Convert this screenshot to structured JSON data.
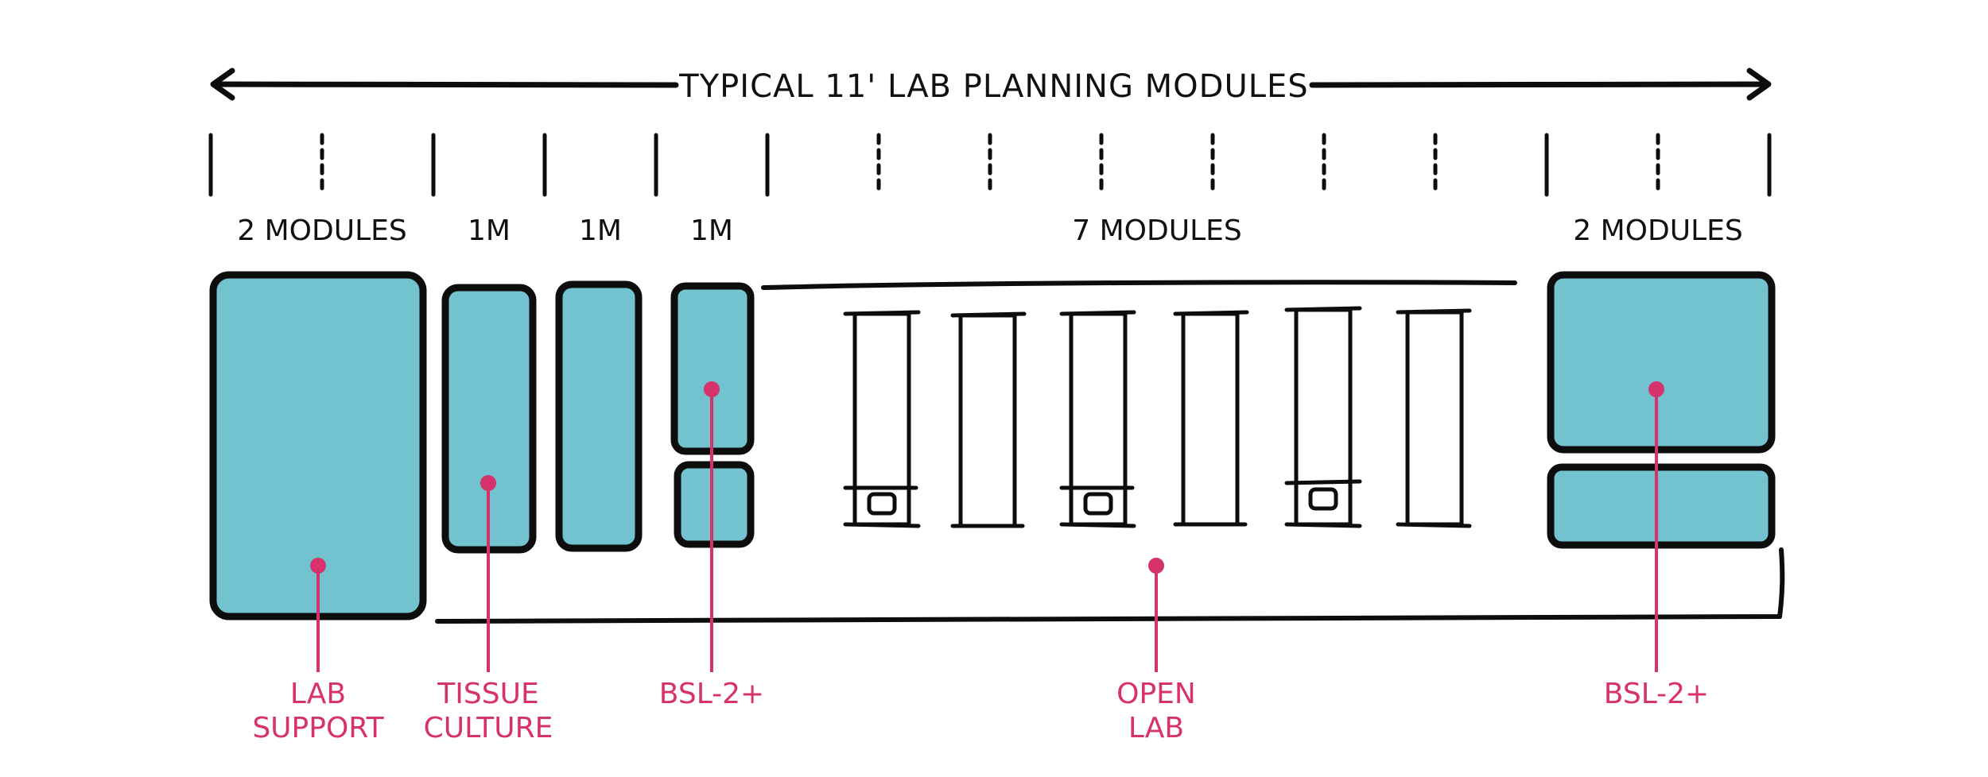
{
  "title": "TYPICAL 11' LAB PLANNING MODULES",
  "groups": [
    {
      "label": "2 MODULES"
    },
    {
      "label": "1M"
    },
    {
      "label": "1M"
    },
    {
      "label": "1M"
    },
    {
      "label": "7 MODULES"
    },
    {
      "label": "2 MODULES"
    }
  ],
  "callouts": [
    {
      "lines": [
        "LAB",
        "SUPPORT"
      ]
    },
    {
      "lines": [
        "TISSUE",
        "CULTURE"
      ]
    },
    {
      "lines": [
        "BSL-2+"
      ]
    },
    {
      "lines": [
        "OPEN",
        "LAB"
      ]
    },
    {
      "lines": [
        "BSL-2+"
      ]
    }
  ],
  "colors": {
    "room_fill": "#72c2cf",
    "ink": "#0d0d0d",
    "callout": "#d6336c"
  }
}
